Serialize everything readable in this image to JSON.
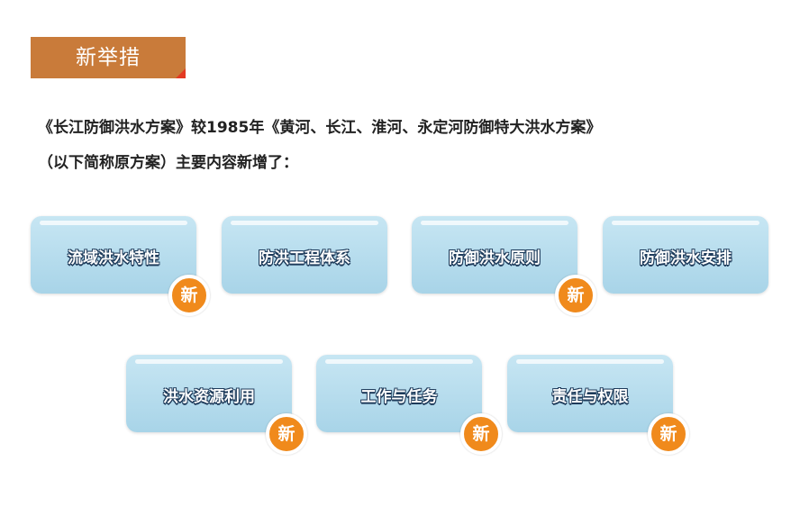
{
  "header": {
    "title": "新举措"
  },
  "intro": {
    "line1": "《长江防御洪水方案》较1985年《黄河、长江、淮河、永定河防御特大洪水方案》",
    "line2": "（以下简称原方案）主要内容新增了："
  },
  "badge_label": "新",
  "cards": [
    {
      "label": "流域洪水特性",
      "new": true
    },
    {
      "label": "防洪工程体系",
      "new": false
    },
    {
      "label": "防御洪水原则",
      "new": true
    },
    {
      "label": "防御洪水安排",
      "new": false
    },
    {
      "label": "洪水资源利用",
      "new": true
    },
    {
      "label": "工作与任务",
      "new": true
    },
    {
      "label": "责任与权限",
      "new": true
    }
  ]
}
